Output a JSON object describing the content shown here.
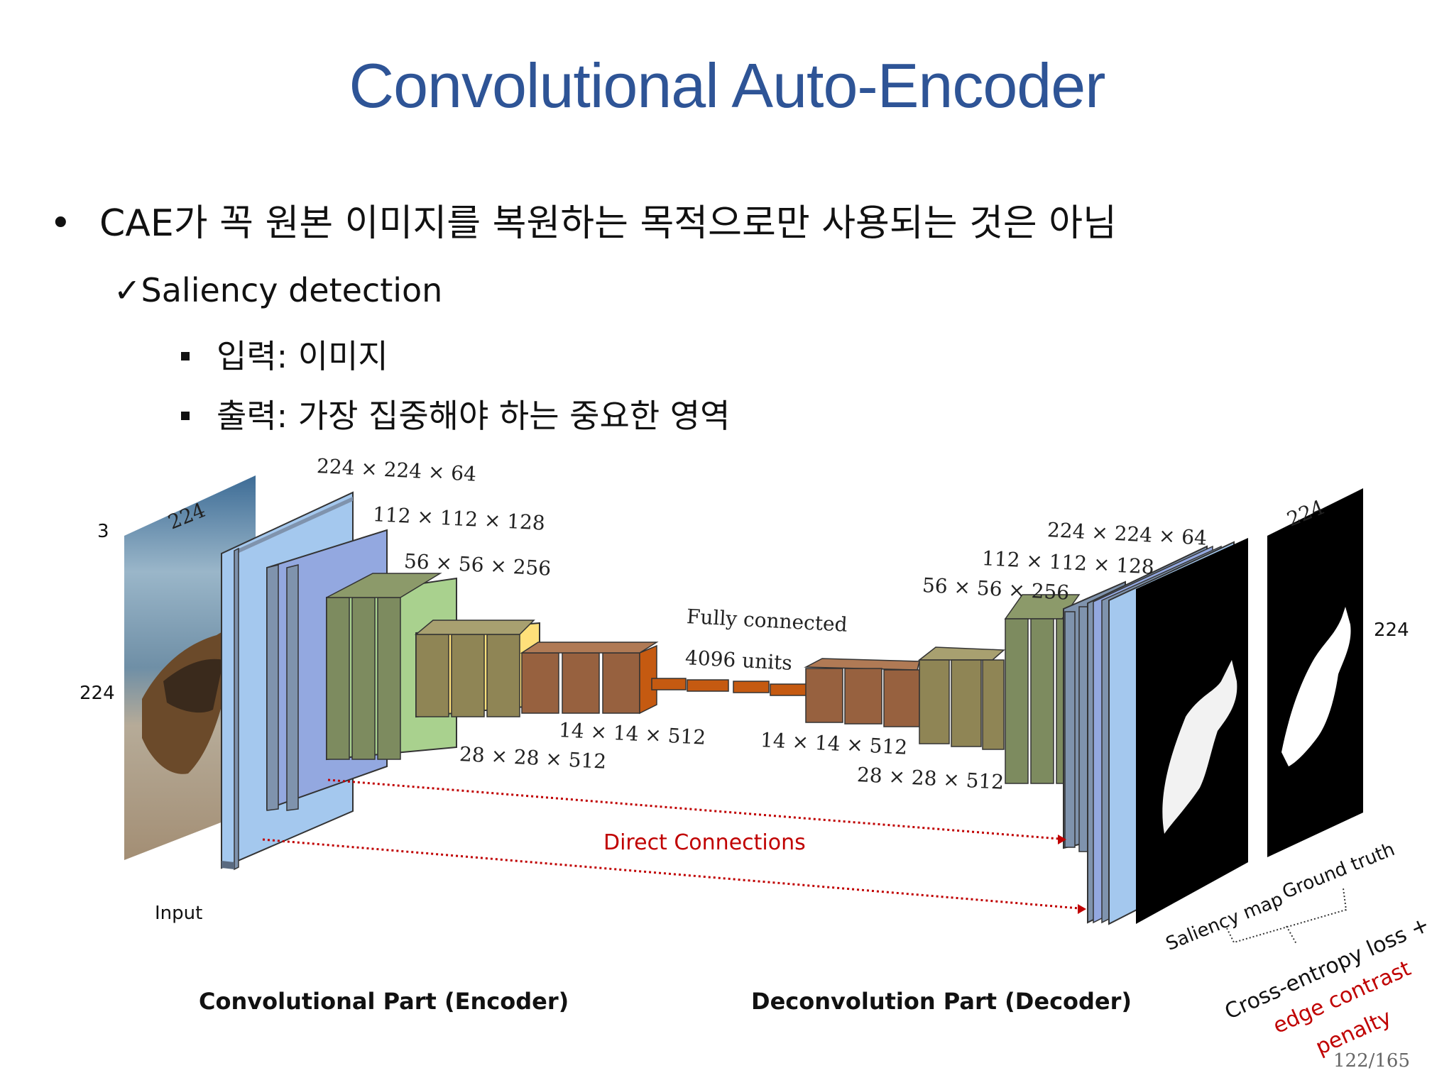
{
  "slide": {
    "title": "Convolutional Auto-Encoder",
    "bullet1": "CAE가 꼭 원본 이미지를 복원하는 목적으로만 사용되는 것은 아님",
    "bullet1_marker": "•",
    "sub1": "Saliency detection",
    "sub1_marker": "✓",
    "sub_items": [
      "입력: 이미지",
      "출력: 가장 집중해야 하는 중요한 영역"
    ],
    "page_number": "122/165"
  },
  "diagram": {
    "input": {
      "label": "Input",
      "dim_depth": "3",
      "dim_width": "224",
      "dim_height": "224"
    },
    "encoder_dims": [
      "224 × 224 × 64",
      "112 × 112 × 128",
      "56 × 56 × 256",
      "28 × 28 × 512",
      "14 × 14 × 512"
    ],
    "fc": {
      "label": "Fully connected",
      "units": "4096 units"
    },
    "decoder_dims": [
      "14 × 14 × 512",
      "28 × 28 × 512",
      "56 × 56 × 256",
      "112 × 112 × 128",
      "224 × 224 × 64"
    ],
    "direct_connections": "Direct Connections",
    "encoder_caption": "Convolutional Part (Encoder)",
    "decoder_caption": "Deconvolution Part (Decoder)",
    "output": {
      "dim_width": "224",
      "dim_height": "224",
      "saliency_label": "Saliency map",
      "gt_label": "Ground truth"
    },
    "loss": {
      "line1": "Cross-entropy loss +",
      "line2": "edge contrast",
      "line3": "penalty"
    },
    "colors": {
      "blue": "#a4c8ee",
      "slate": "#7f93ad",
      "periwinkle": "#93a8e0",
      "green": "#a9d18e",
      "olive": "#7d8b5f",
      "tan": "#8f8555",
      "yellow": "#ffe07a",
      "brown": "#97613f",
      "orange": "#c55a11",
      "red": "#c00000"
    }
  }
}
